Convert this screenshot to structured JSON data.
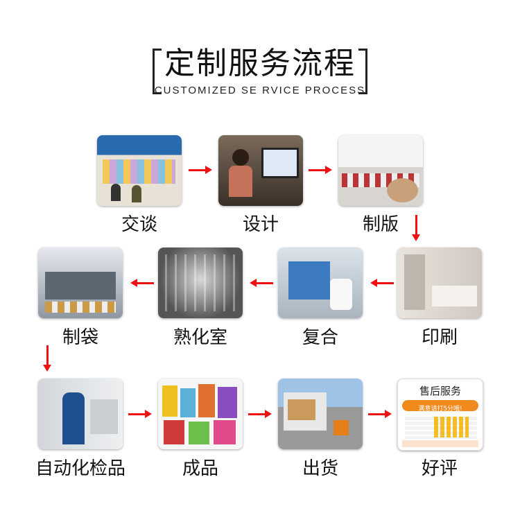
{
  "header": {
    "title": "定制服务流程",
    "subtitle": "CUSTOMIZED SE RVICE PROCESS"
  },
  "steps": [
    {
      "label": "交谈"
    },
    {
      "label": "设计"
    },
    {
      "label": "制版"
    },
    {
      "label": "印刷"
    },
    {
      "label": "复合"
    },
    {
      "label": "熟化室"
    },
    {
      "label": "制袋"
    },
    {
      "label": "自动化检品"
    },
    {
      "label": "成品"
    },
    {
      "label": "出货"
    },
    {
      "label": "好评"
    }
  ],
  "review_card": {
    "heading": "售后服务",
    "banner": "满意请打5分哦!"
  },
  "colors": {
    "arrow": "#ee1111",
    "banner": "#f08a1c"
  }
}
